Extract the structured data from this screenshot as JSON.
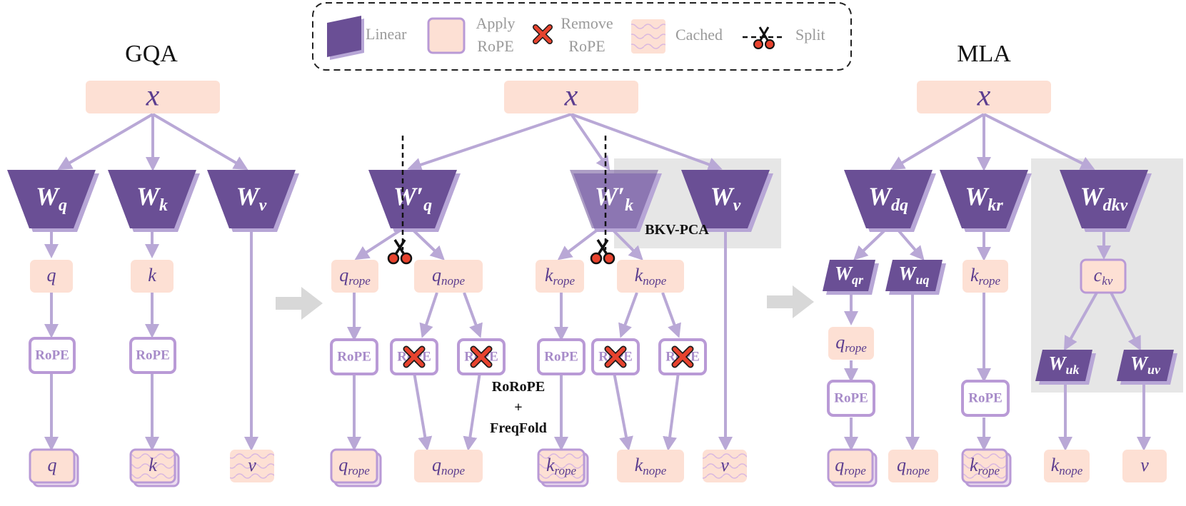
{
  "titles": {
    "gqa": "GQA",
    "mla": "MLA"
  },
  "legend": {
    "linear": "Linear",
    "apply_rope_1": "Apply",
    "apply_rope_2": "RoPE",
    "remove_rope_1": "Remove",
    "remove_rope_2": "RoPE",
    "cached": "Cached",
    "split": "Split"
  },
  "labels": {
    "x": "x",
    "rope": "RoPE",
    "bkv_pca": "BKV-PCA",
    "roro_1": "RoRoPE",
    "roro_2": "+",
    "roro_3": "FreqFold"
  },
  "colors": {
    "purple": "#6a4f95",
    "purple_shadow": "#b7a6d6",
    "pink": "#fde0d4",
    "arrow": "#b9a8d6",
    "rope_border": "#b99ad6",
    "gray_panel": "#e6e6e6",
    "red_x": "#e8432e"
  }
}
